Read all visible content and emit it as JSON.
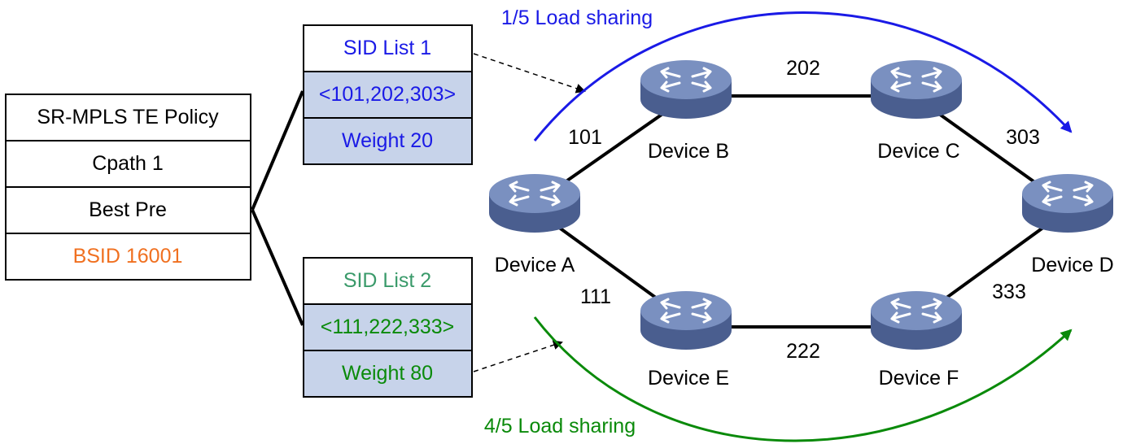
{
  "policy": {
    "title": "SR-MPLS TE Policy",
    "cpath": "Cpath 1",
    "best": "Best Pre",
    "bsid": "BSID 16001"
  },
  "sid_list_1": {
    "title": "SID List 1",
    "labels": "<101,202,303>",
    "weight": "Weight 20"
  },
  "sid_list_2": {
    "title": "SID List 2",
    "labels": "<111,222,333>",
    "weight": "Weight 80"
  },
  "load_sharing": {
    "top": "1/5 Load sharing",
    "bottom": "4/5 Load sharing"
  },
  "devices": {
    "a": "Device A",
    "b": "Device B",
    "c": "Device C",
    "d": "Device D",
    "e": "Device E",
    "f": "Device F"
  },
  "links": {
    "ab": "101",
    "bc": "202",
    "cd": "303",
    "ae": "111",
    "ef": "222",
    "fd": "333"
  },
  "colors": {
    "blue": "#1a1ae6",
    "green": "#0a8a0a",
    "orange": "#f07020",
    "teal": "#3a9a6a",
    "cell_fill": "#c7d3ea",
    "router_top": "#6f86b8",
    "router_side": "#4a5e8f"
  }
}
